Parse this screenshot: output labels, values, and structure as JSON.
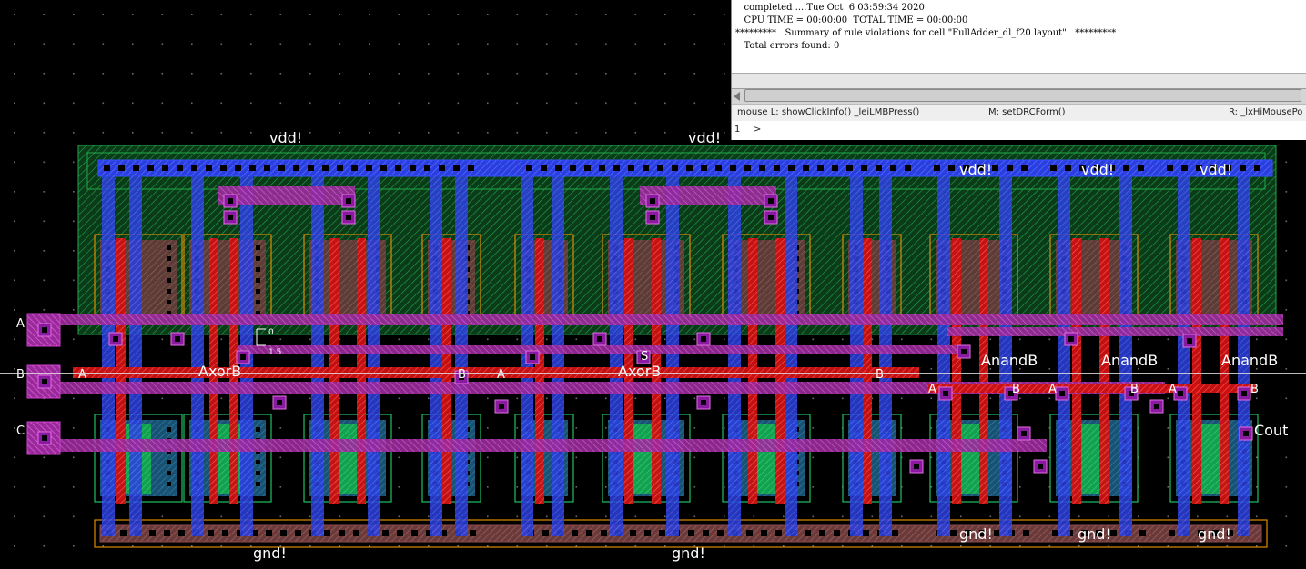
{
  "layout": {
    "labels": {
      "vdd_1": "vdd!",
      "vdd_2": "vdd!",
      "vdd_3": "vdd!",
      "vdd_4": "vdd!",
      "vdd_5": "vdd!",
      "gnd_1": "gnd!",
      "gnd_2": "gnd!",
      "gnd_3": "gnd!",
      "gnd_4": "gnd!",
      "gnd_5": "gnd!",
      "pin_a": "A",
      "pin_b": "B",
      "pin_c": "C",
      "axorb_1": "AxorB",
      "axorb_2": "AxorB",
      "s_pin": "S",
      "anandb_1": "AnandB",
      "anandb_2": "AnandB",
      "anandb_3": "AnandB",
      "cout": "Cout",
      "a_1": "A",
      "b_1": "B",
      "a_2": "A",
      "b_2": "B",
      "a_3": "A",
      "b_3": "B",
      "a_4": "A",
      "b_4": "B",
      "a_5": "A",
      "b_5": "B",
      "ruler_0": "0",
      "ruler_15": "1.5"
    },
    "colors": {
      "background": "#000000",
      "grid_dot": "#6a6a6a",
      "nwell": "#1fa84a",
      "pdiff": "#e08a00",
      "ndiff": "#1fc060",
      "poly": "#ff1e1e",
      "metal1": "#3450ff",
      "metal2": "#d040d0",
      "contact": "#8a1aa0",
      "label": "#ffffff"
    }
  },
  "ciw": {
    "log_line_1": "   completed ....Tue Oct  6 03:59:34 2020",
    "log_line_2": "   CPU TIME = 00:00:00  TOTAL TIME = 00:00:00",
    "log_line_3": "*********   Summary of rule violations for cell \"FullAdder_dl_f20 layout\"   *********",
    "log_line_4": "   Total errors found: 0",
    "mouse_left": "mouse L: showClickInfo() _leiLMBPress()",
    "mouse_mid": "M: setDRCForm()",
    "mouse_right": "R: _lxHiMousePo",
    "prompt_num": "1",
    "prompt_symbol": ">"
  }
}
